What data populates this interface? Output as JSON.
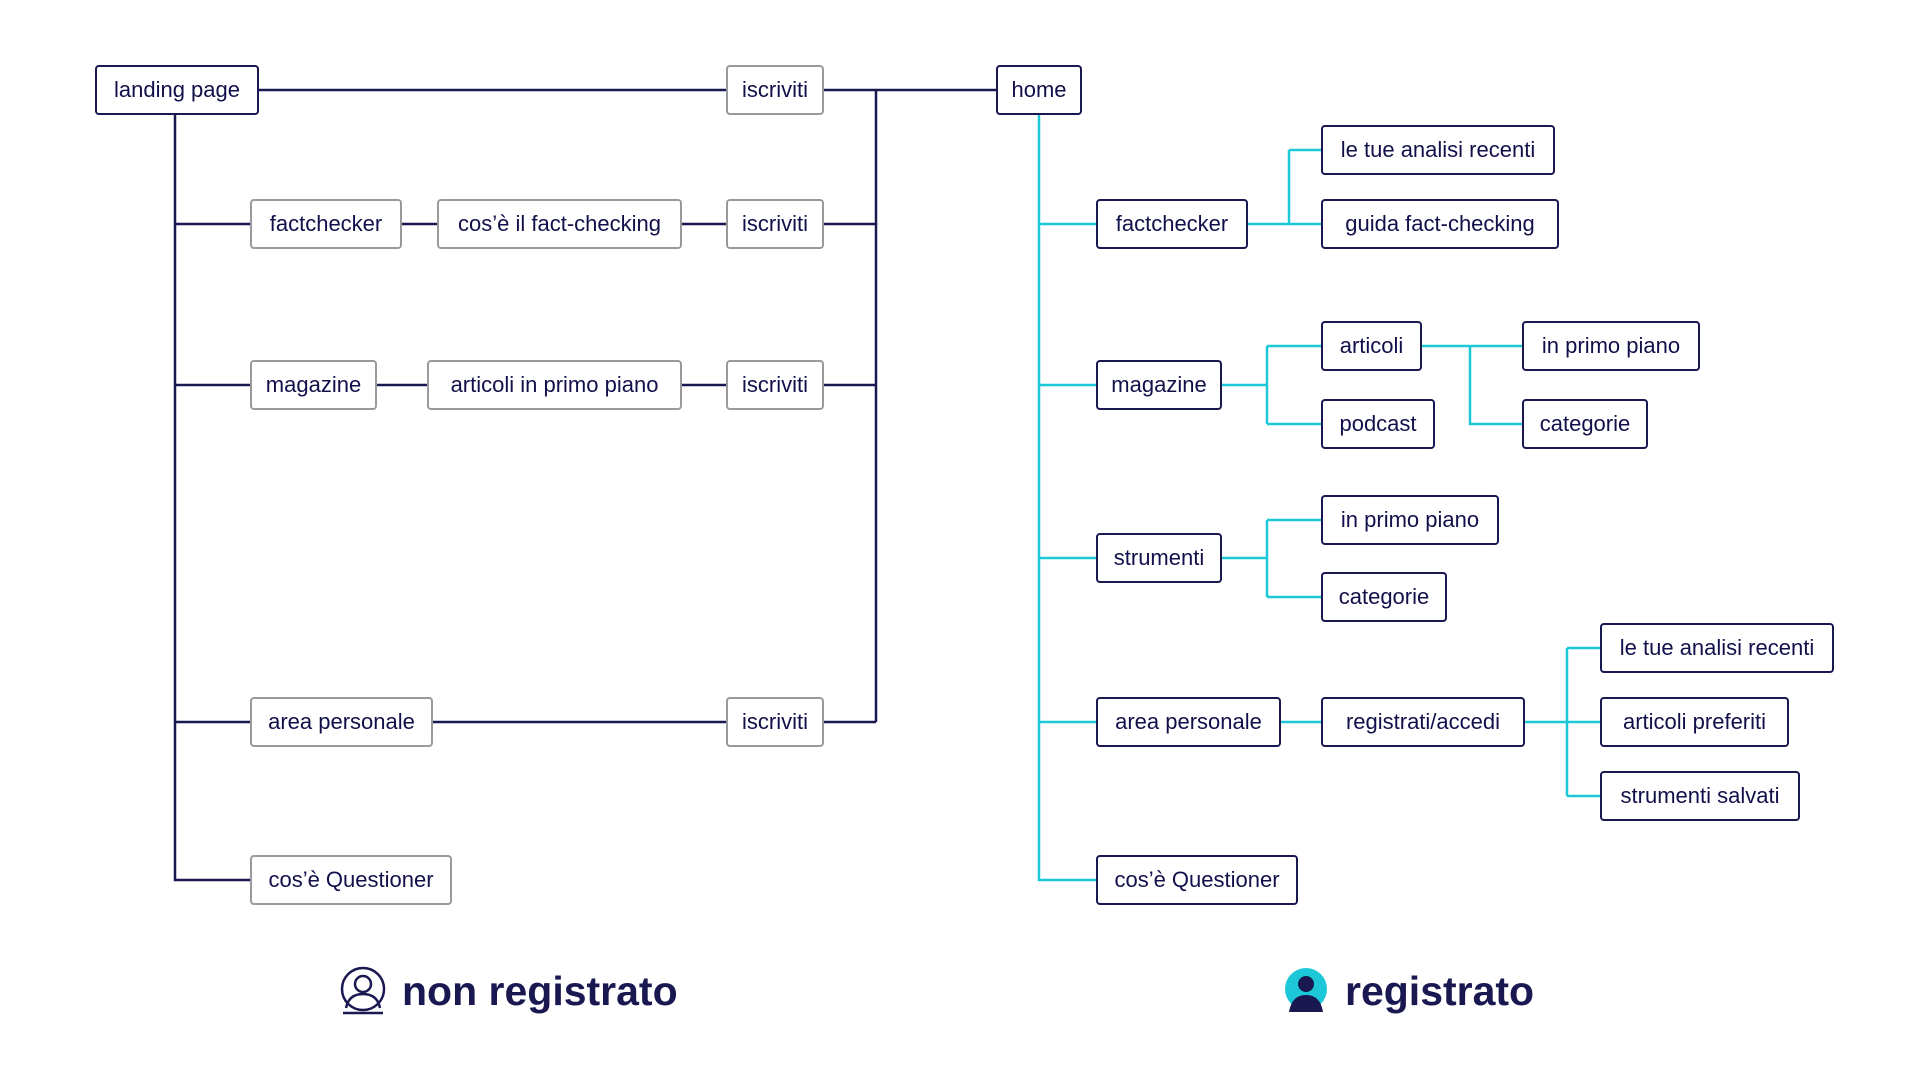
{
  "colors": {
    "dark": "#1a1850",
    "grey": "#9a9a9a",
    "teal": "#1cc8d8",
    "text": "#12104a"
  },
  "non_registrato": {
    "legend_label": "non registrato",
    "legend_icon": "user-outline-icon",
    "nodes": [
      {
        "id": "landing",
        "label": "landing page"
      },
      {
        "id": "iscr1",
        "label": "iscriviti"
      },
      {
        "id": "fact",
        "label": "factchecker"
      },
      {
        "id": "cose_fc",
        "label": "cos’è il fact-checking"
      },
      {
        "id": "iscr2",
        "label": "iscriviti"
      },
      {
        "id": "mag",
        "label": "magazine"
      },
      {
        "id": "art_pp",
        "label": "articoli in primo piano"
      },
      {
        "id": "iscr3",
        "label": "iscriviti"
      },
      {
        "id": "area",
        "label": "area personale"
      },
      {
        "id": "iscr4",
        "label": "iscriviti"
      },
      {
        "id": "cose_q",
        "label": "cos’è Questioner"
      }
    ]
  },
  "registrato": {
    "legend_label": "registrato",
    "legend_icon": "user-filled-icon",
    "nodes": [
      {
        "id": "home",
        "label": "home"
      },
      {
        "id": "r_fact",
        "label": "factchecker"
      },
      {
        "id": "r_analisi",
        "label": "le tue analisi recenti"
      },
      {
        "id": "r_guida",
        "label": "guida fact-checking"
      },
      {
        "id": "r_mag",
        "label": "magazine"
      },
      {
        "id": "r_articoli",
        "label": "articoli"
      },
      {
        "id": "r_podcast",
        "label": "podcast"
      },
      {
        "id": "r_art_pp",
        "label": "in primo piano"
      },
      {
        "id": "r_art_cat",
        "label": "categorie"
      },
      {
        "id": "r_strum",
        "label": "strumenti"
      },
      {
        "id": "r_str_pp",
        "label": "in primo piano"
      },
      {
        "id": "r_str_cat",
        "label": "categorie"
      },
      {
        "id": "r_area",
        "label": "area personale"
      },
      {
        "id": "r_reg",
        "label": "registrati/accedi"
      },
      {
        "id": "r_analisi2",
        "label": "le tue analisi recenti"
      },
      {
        "id": "r_preferiti",
        "label": "articoli preferiti"
      },
      {
        "id": "r_salvati",
        "label": "strumenti salvati"
      },
      {
        "id": "r_cose_q",
        "label": "cos’è Questioner"
      }
    ]
  }
}
